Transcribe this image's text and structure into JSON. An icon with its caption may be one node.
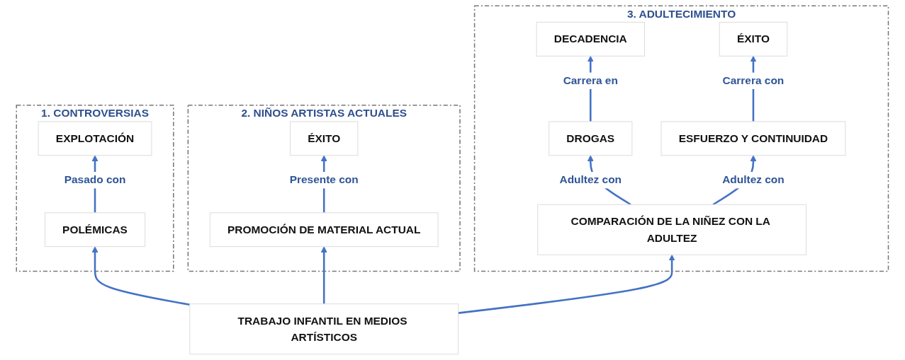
{
  "diagram": {
    "nodes": [
      {
        "text": [
          "1. CONTROVERSIAS"
        ]
      },
      {
        "text": [
          "EXPLOTACIÓN"
        ],
        "in": 0
      },
      {
        "text": [
          "POLÉMICAS"
        ],
        "in": 0
      },
      {
        "text": [
          "2. NIÑOS ARTISTAS ACTUALES"
        ]
      },
      {
        "text": [
          "ÉXITO"
        ],
        "in": 3
      },
      {
        "text": [
          "PROMOCIÓN DE MATERIAL ACTUAL"
        ],
        "in": 3
      },
      {
        "text": [
          "3. ADULTECIMIENTO"
        ]
      },
      {
        "text": [
          "DECADENCIA"
        ],
        "in": 6
      },
      {
        "text": [
          "ÉXITO"
        ],
        "in": 6
      },
      {
        "text": [
          "DROGAS"
        ],
        "in": 6
      },
      {
        "text": [
          "ESFUERZO Y CONTINUIDAD"
        ],
        "in": 6
      },
      {
        "text": [
          "COMPARACIÓN DE LA NIÑEZ CON LA ADULTEZ"
        ],
        "in": 6
      },
      {
        "text": [
          "TRABAJO INFANTIL EN MEDIOS ARTÍSTICOS"
        ]
      }
    ],
    "edges": [
      {
        "from": 12,
        "to": 2,
        "arrow": "to"
      },
      {
        "from": 12,
        "to": 5,
        "arrow": "to"
      },
      {
        "from": 12,
        "to": 11,
        "arrow": "to"
      },
      {
        "from": 2,
        "to": 1,
        "arrow": "to",
        "label": "Pasado con"
      },
      {
        "from": 5,
        "to": 4,
        "arrow": "to",
        "label": "Presente con"
      },
      {
        "from": 11,
        "to": 9,
        "arrow": "to",
        "label": "Adultez con"
      },
      {
        "from": 11,
        "to": 10,
        "arrow": "to",
        "label": "Adultez con"
      },
      {
        "from": 9,
        "to": 7,
        "arrow": "to",
        "label": "Carrera en"
      },
      {
        "from": 10,
        "to": 8,
        "arrow": "to",
        "label": "Carrera con"
      }
    ]
  }
}
